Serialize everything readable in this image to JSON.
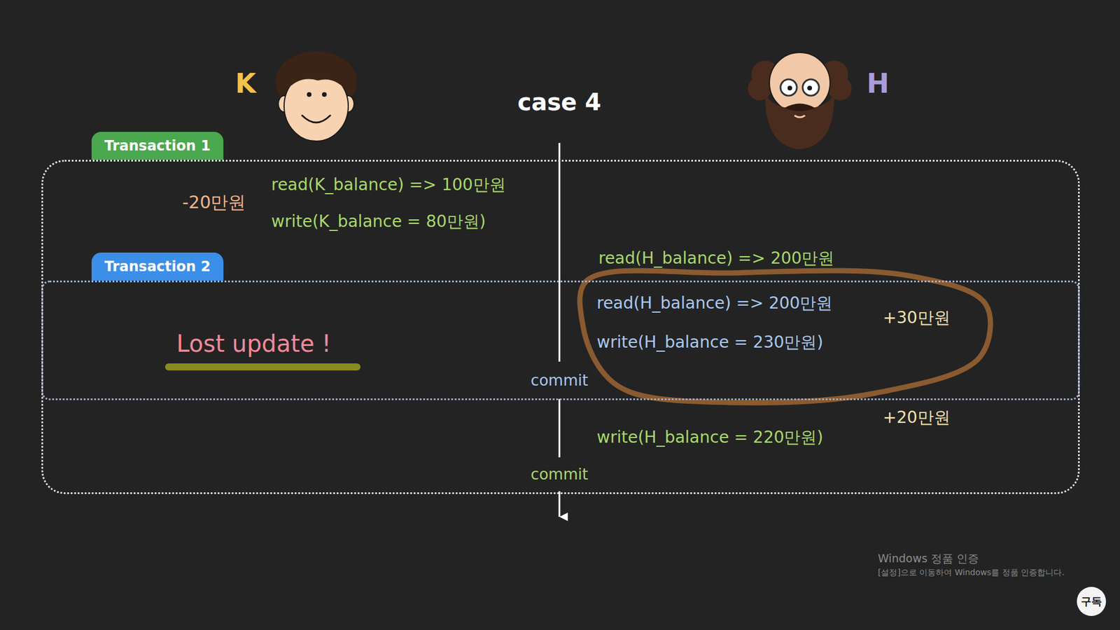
{
  "diagram": {
    "title": "case 4",
    "nodes": [
      {
        "text": [
          "Transaction 1"
        ]
      },
      {
        "text": [
          "Transaction 2"
        ],
        "in": 0
      },
      {
        "text": [
          "구독"
        ]
      }
    ],
    "labels": [
      "K",
      "H",
      "-20만원",
      "read(K_balance) => 100만원",
      "write(K_balance = 80만원)",
      "read(H_balance) => 200만원",
      "read(H_balance) => 200만원",
      "+30만원",
      "write(H_balance = 230만원)",
      "Lost update !",
      "commit",
      "+20만원",
      "write(H_balance = 220만원)",
      "commit",
      "Windows 정품 인증",
      "[설정]으로 이동하여 Windows를 정품 인증합니다."
    ]
  }
}
